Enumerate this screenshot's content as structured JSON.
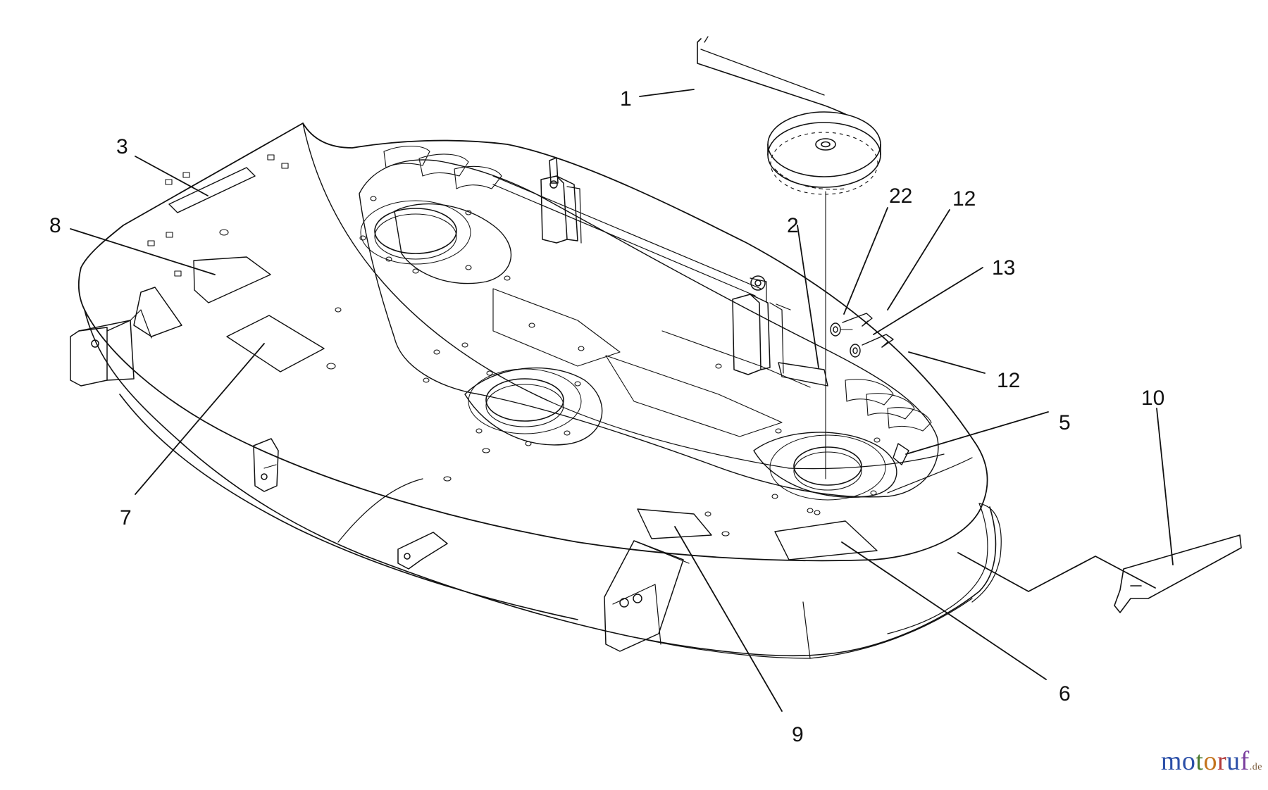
{
  "callouts": [
    {
      "label": "1"
    },
    {
      "label": "2"
    },
    {
      "label": "3"
    },
    {
      "label": "5"
    },
    {
      "label": "6"
    },
    {
      "label": "7"
    },
    {
      "label": "8"
    },
    {
      "label": "9"
    },
    {
      "label": "10"
    },
    {
      "label": "12"
    },
    {
      "label": "12"
    },
    {
      "label": "13"
    },
    {
      "label": "22"
    }
  ],
  "watermark": {
    "name": "motoruf",
    "suffix": ".de",
    "letter_colors": [
      "#2b4fa8",
      "#2b4fa8",
      "#4a7a2e",
      "#c4731c",
      "#b23a3a",
      "#2b4fa8",
      "#7a3e9e"
    ]
  },
  "colors": {
    "line": "#111111",
    "background": "#ffffff"
  }
}
